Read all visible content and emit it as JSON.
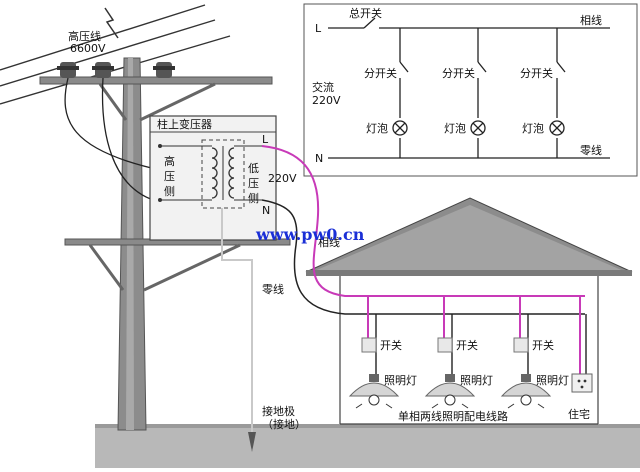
{
  "schematic": {
    "L": "L",
    "N": "N",
    "main_switch": "总开关",
    "phase_line": "相线",
    "neutral_line": "零线",
    "ac_line1": "交流",
    "ac_line2": "220V",
    "branch_switches": [
      "分开关",
      "分开关",
      "分开关"
    ],
    "bulbs": [
      "灯泡",
      "灯泡",
      "灯泡"
    ]
  },
  "pole": {
    "hv_line_label": "高压线",
    "hv_voltage": "6600V",
    "transformer_title": "柱上变压器",
    "hv_side": [
      "高",
      "压",
      "侧"
    ],
    "lv_side": [
      "低",
      "压",
      "侧"
    ],
    "L": "L",
    "N": "N",
    "voltage": "220V"
  },
  "wiring": {
    "phase_label": "相线",
    "neutral_label": "零线",
    "ground_label1": "接地极",
    "ground_label2": "（接地）"
  },
  "house": {
    "switches": [
      "开关",
      "开关",
      "开关"
    ],
    "lamps": [
      "照明灯",
      "照明灯",
      "照明灯"
    ],
    "circuit_title": "单相两线照明配电线路",
    "residence": "住宅"
  },
  "watermark": "www.pw0.cn",
  "colors": {
    "phase": "#c83ab8",
    "line": "#222222",
    "pole": "#8a8a8a",
    "ground": "#bdbdbd"
  }
}
